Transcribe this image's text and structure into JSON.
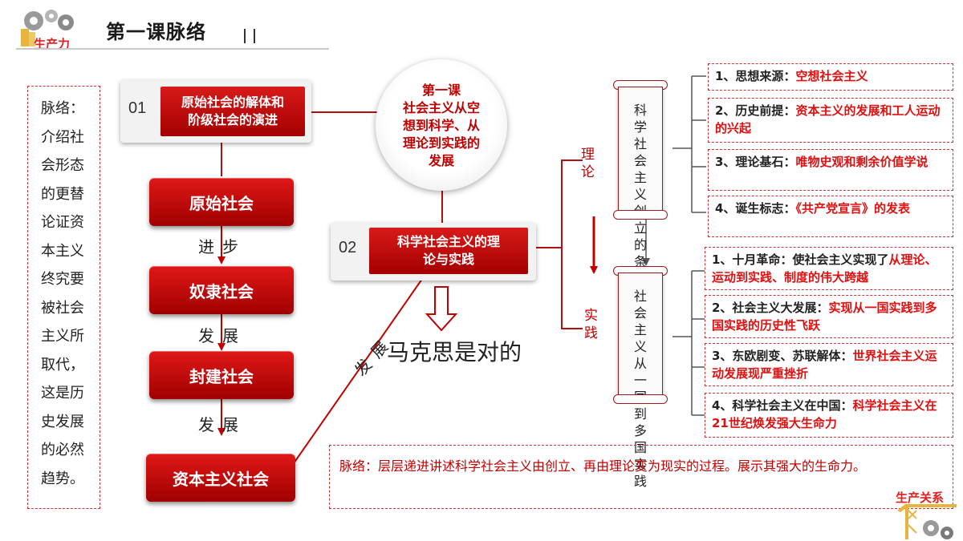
{
  "header": {
    "logo_text": "生产力",
    "title": "第一课脉络"
  },
  "left_note": {
    "text": "脉络：介绍社会形态的更替论证资本主义终究要被社会主义所取代，这是历史发展的必然趋势。"
  },
  "section1": {
    "num": "01",
    "label_line1": "原始社会的解体和",
    "label_line2": "阶级社会的演进"
  },
  "societies": [
    {
      "label": "原始社会"
    },
    {
      "label": "奴隶社会"
    },
    {
      "label": "封建社会"
    },
    {
      "label": "资本主义社会"
    }
  ],
  "steps": [
    {
      "label": "进步"
    },
    {
      "label": "发展"
    },
    {
      "label": "发展"
    }
  ],
  "center": {
    "line1": "第一课",
    "line2": "社会主义从空",
    "line3": "想到科学、从",
    "line4": "理论到实践的",
    "line5": "发展"
  },
  "section2": {
    "num": "02",
    "label_line1": "科学社会主义的理",
    "label_line2": "论与实践"
  },
  "marx_text": "马克思是对的",
  "diag_label": "发展",
  "theory_label": "理论",
  "practice_label": "实践",
  "scroll_top": {
    "text": "科学社会主义创立的条件"
  },
  "scroll_bottom": {
    "text": "社会主义从一国到多国实践"
  },
  "conditions": [
    {
      "prefix": "1、思想来源：",
      "highlight": "空想社会主义"
    },
    {
      "prefix": "2、历史前提：",
      "highlight": "资本主义的发展和工人运动的兴起"
    },
    {
      "prefix": "3、理论基石：",
      "highlight": "唯物史观和剩余价值学说"
    },
    {
      "prefix": "4、诞生标志：",
      "highlight": "《共产党宣言》的发表"
    }
  ],
  "practices": [
    {
      "prefix": "1、十月革命：使社会主义实现了",
      "highlight": "从理论、运动到实践、制度的伟大跨越"
    },
    {
      "prefix": "2、社会主义大发展：",
      "highlight": "实现从一国实践到多国实践的历史性飞跃"
    },
    {
      "prefix": "3、东欧剧变、苏联解体：",
      "highlight": "世界社会主义运动发展现严重挫折"
    },
    {
      "prefix": "4、科学社会主义在中国：",
      "highlight": "科学社会主义在21世纪焕发强大生命力"
    }
  ],
  "bottom_note": {
    "text": "脉络：层层递进讲述科学社会主义由创立、再由理论变为现实的过程。展示其强大的生命力。"
  },
  "footer": {
    "logo_text": "生产关系"
  },
  "colors": {
    "accent_red": "#c00000",
    "box_red": "#d81a1a",
    "dashed_border": "#cc3333"
  }
}
